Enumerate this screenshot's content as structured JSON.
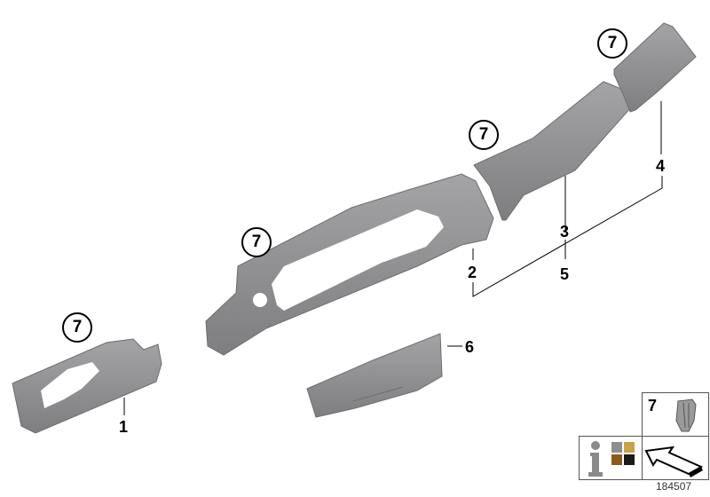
{
  "diagram": {
    "type": "exploded-parts-diagram",
    "subject": "Interior trim strips (dashboard / console decor panels)",
    "part_color": "#8c8c8e",
    "parts": [
      {
        "number": "1",
        "description": "small trim panel with switch cutout"
      },
      {
        "number": "2",
        "description": "long dashboard trim strip with display cutout"
      },
      {
        "number": "3",
        "description": "center dashboard trim strip"
      },
      {
        "number": "4",
        "description": "right end trim strip"
      },
      {
        "number": "5",
        "description": "set (parts 2, 3, 4)"
      },
      {
        "number": "6",
        "description": "lower trim panel"
      },
      {
        "number": "7",
        "description": "clip (see legend)"
      }
    ],
    "callouts": [
      "7",
      "7",
      "7",
      "7"
    ],
    "labels": {
      "p1": "1",
      "p2": "2",
      "p3": "3",
      "p4": "4",
      "p5": "5",
      "p6": "6"
    }
  },
  "legend": {
    "clip_label": "7",
    "info_icon": "info-icon",
    "swatch_colors": [
      "#8e8e8e",
      "#c9a24a",
      "#8a5a1c",
      "#1a1a1a"
    ],
    "arrow_icon": "direction-arrow-icon"
  },
  "image_number": "184507"
}
